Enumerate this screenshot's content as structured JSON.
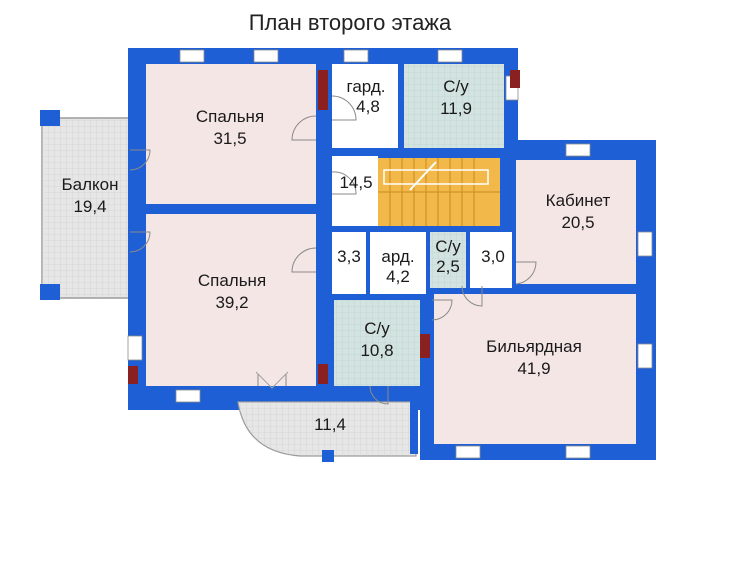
{
  "title": "План второго этажа",
  "colors": {
    "wall": "#1f5fd6",
    "room": "#f5e6e6",
    "bath": "#d3e3e0",
    "balcony": "#e6e6e6",
    "stair": "#f2b84a",
    "window": "#ffffff",
    "door": "#888888",
    "chimney": "#8a2020"
  },
  "rooms": {
    "bedroom1": {
      "name": "Спальня",
      "area": "31,5"
    },
    "wardrobe1": {
      "name": "гард.",
      "area": "4,8"
    },
    "bath1": {
      "name": "С/у",
      "area": "11,9"
    },
    "hall": {
      "name": "",
      "area": "14,5"
    },
    "balcony": {
      "name": "Балкон",
      "area": "19,4"
    },
    "study": {
      "name": "Кабинет",
      "area": "20,5"
    },
    "bedroom2": {
      "name": "Спальня",
      "area": "39,2"
    },
    "closet": {
      "name": "",
      "area": "3,3"
    },
    "wardrobe2": {
      "name": "ард.",
      "area": "4,2"
    },
    "bath2": {
      "name": "С/у",
      "area": "2,5"
    },
    "small": {
      "name": "",
      "area": "3,0"
    },
    "bath3": {
      "name": "С/у",
      "area": "10,8"
    },
    "billiard": {
      "name": "Бильярдная",
      "area": "41,9"
    },
    "terrace": {
      "name": "",
      "area": "11,4"
    }
  }
}
